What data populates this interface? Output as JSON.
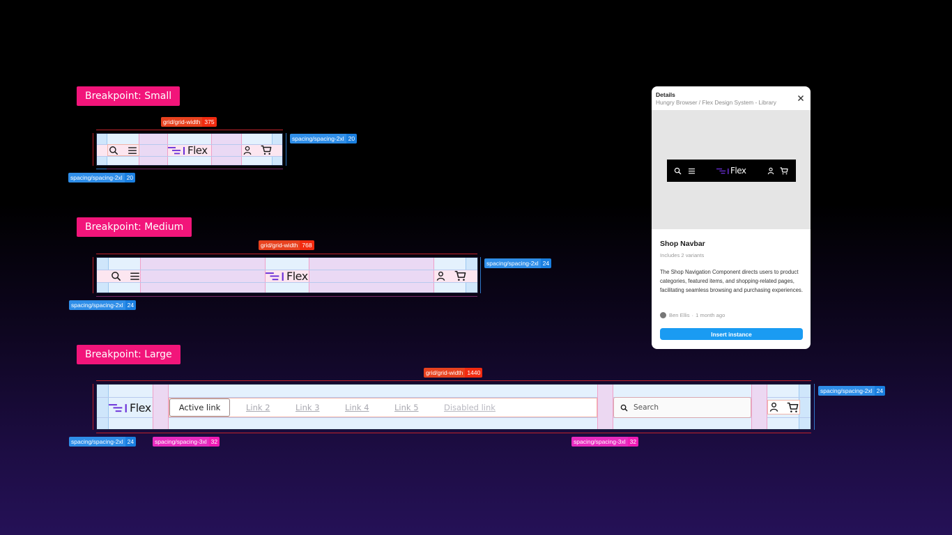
{
  "colors": {
    "pill_bg": "#f2157a",
    "tag_red": "#e8421f",
    "tag_blue": "#2f8ee8",
    "tag_pink": "#e82bbf",
    "logo_accent": "#6a2ed8",
    "primary_button": "#1a9bf2"
  },
  "breakpoints": {
    "small": {
      "label": "Breakpoint: Small",
      "grid_width": {
        "key": "grid/grid-width",
        "value": "375"
      },
      "padding_right": {
        "key": "spacing/spacing-2xl",
        "value": "20"
      },
      "padding_left": {
        "key": "spacing/spacing-2xl",
        "value": "20"
      },
      "logo_text": "Flex",
      "icons": [
        "search-icon",
        "menu-icon",
        "user-icon",
        "cart-icon"
      ]
    },
    "medium": {
      "label": "Breakpoint: Medium",
      "grid_width": {
        "key": "grid/grid-width",
        "value": "768"
      },
      "padding_right": {
        "key": "spacing/spacing-2xl",
        "value": "24"
      },
      "padding_left": {
        "key": "spacing/spacing-2xl",
        "value": "24"
      },
      "logo_text": "Flex",
      "icons": [
        "search-icon",
        "menu-icon",
        "user-icon",
        "cart-icon"
      ]
    },
    "large": {
      "label": "Breakpoint: Large",
      "grid_width": {
        "key": "grid/grid-width",
        "value": "1440"
      },
      "padding_right": {
        "key": "spacing/spacing-2xl",
        "value": "24"
      },
      "padding_left": {
        "key": "spacing/spacing-2xl",
        "value": "24"
      },
      "gap_left": {
        "key": "spacing/spacing-3xl",
        "value": "32"
      },
      "gap_right": {
        "key": "spacing/spacing-3xl",
        "value": "32"
      },
      "logo_text": "Flex",
      "nav_links": [
        {
          "label": "Active link",
          "state": "active"
        },
        {
          "label": "Link 2",
          "state": "default"
        },
        {
          "label": "Link 3",
          "state": "default"
        },
        {
          "label": "Link 4",
          "state": "default"
        },
        {
          "label": "Link 5",
          "state": "default"
        },
        {
          "label": "Disabled link",
          "state": "disabled"
        }
      ],
      "search": {
        "placeholder": "Search"
      }
    }
  },
  "details_panel": {
    "title": "Details",
    "path": "Hungry Browser / Flex Design System - Library",
    "preview_logo": "Flex",
    "component_name": "Shop Navbar",
    "variants": "Includes 2 variants",
    "description": "The Shop Navigation Component directs users to product categories, featured items, and shopping-related pages, facilitating seamless browsing and purchasing experiences.",
    "author": "Ben Ellis",
    "separator": "·",
    "time": "1 month ago",
    "insert_label": "Insert instance"
  }
}
